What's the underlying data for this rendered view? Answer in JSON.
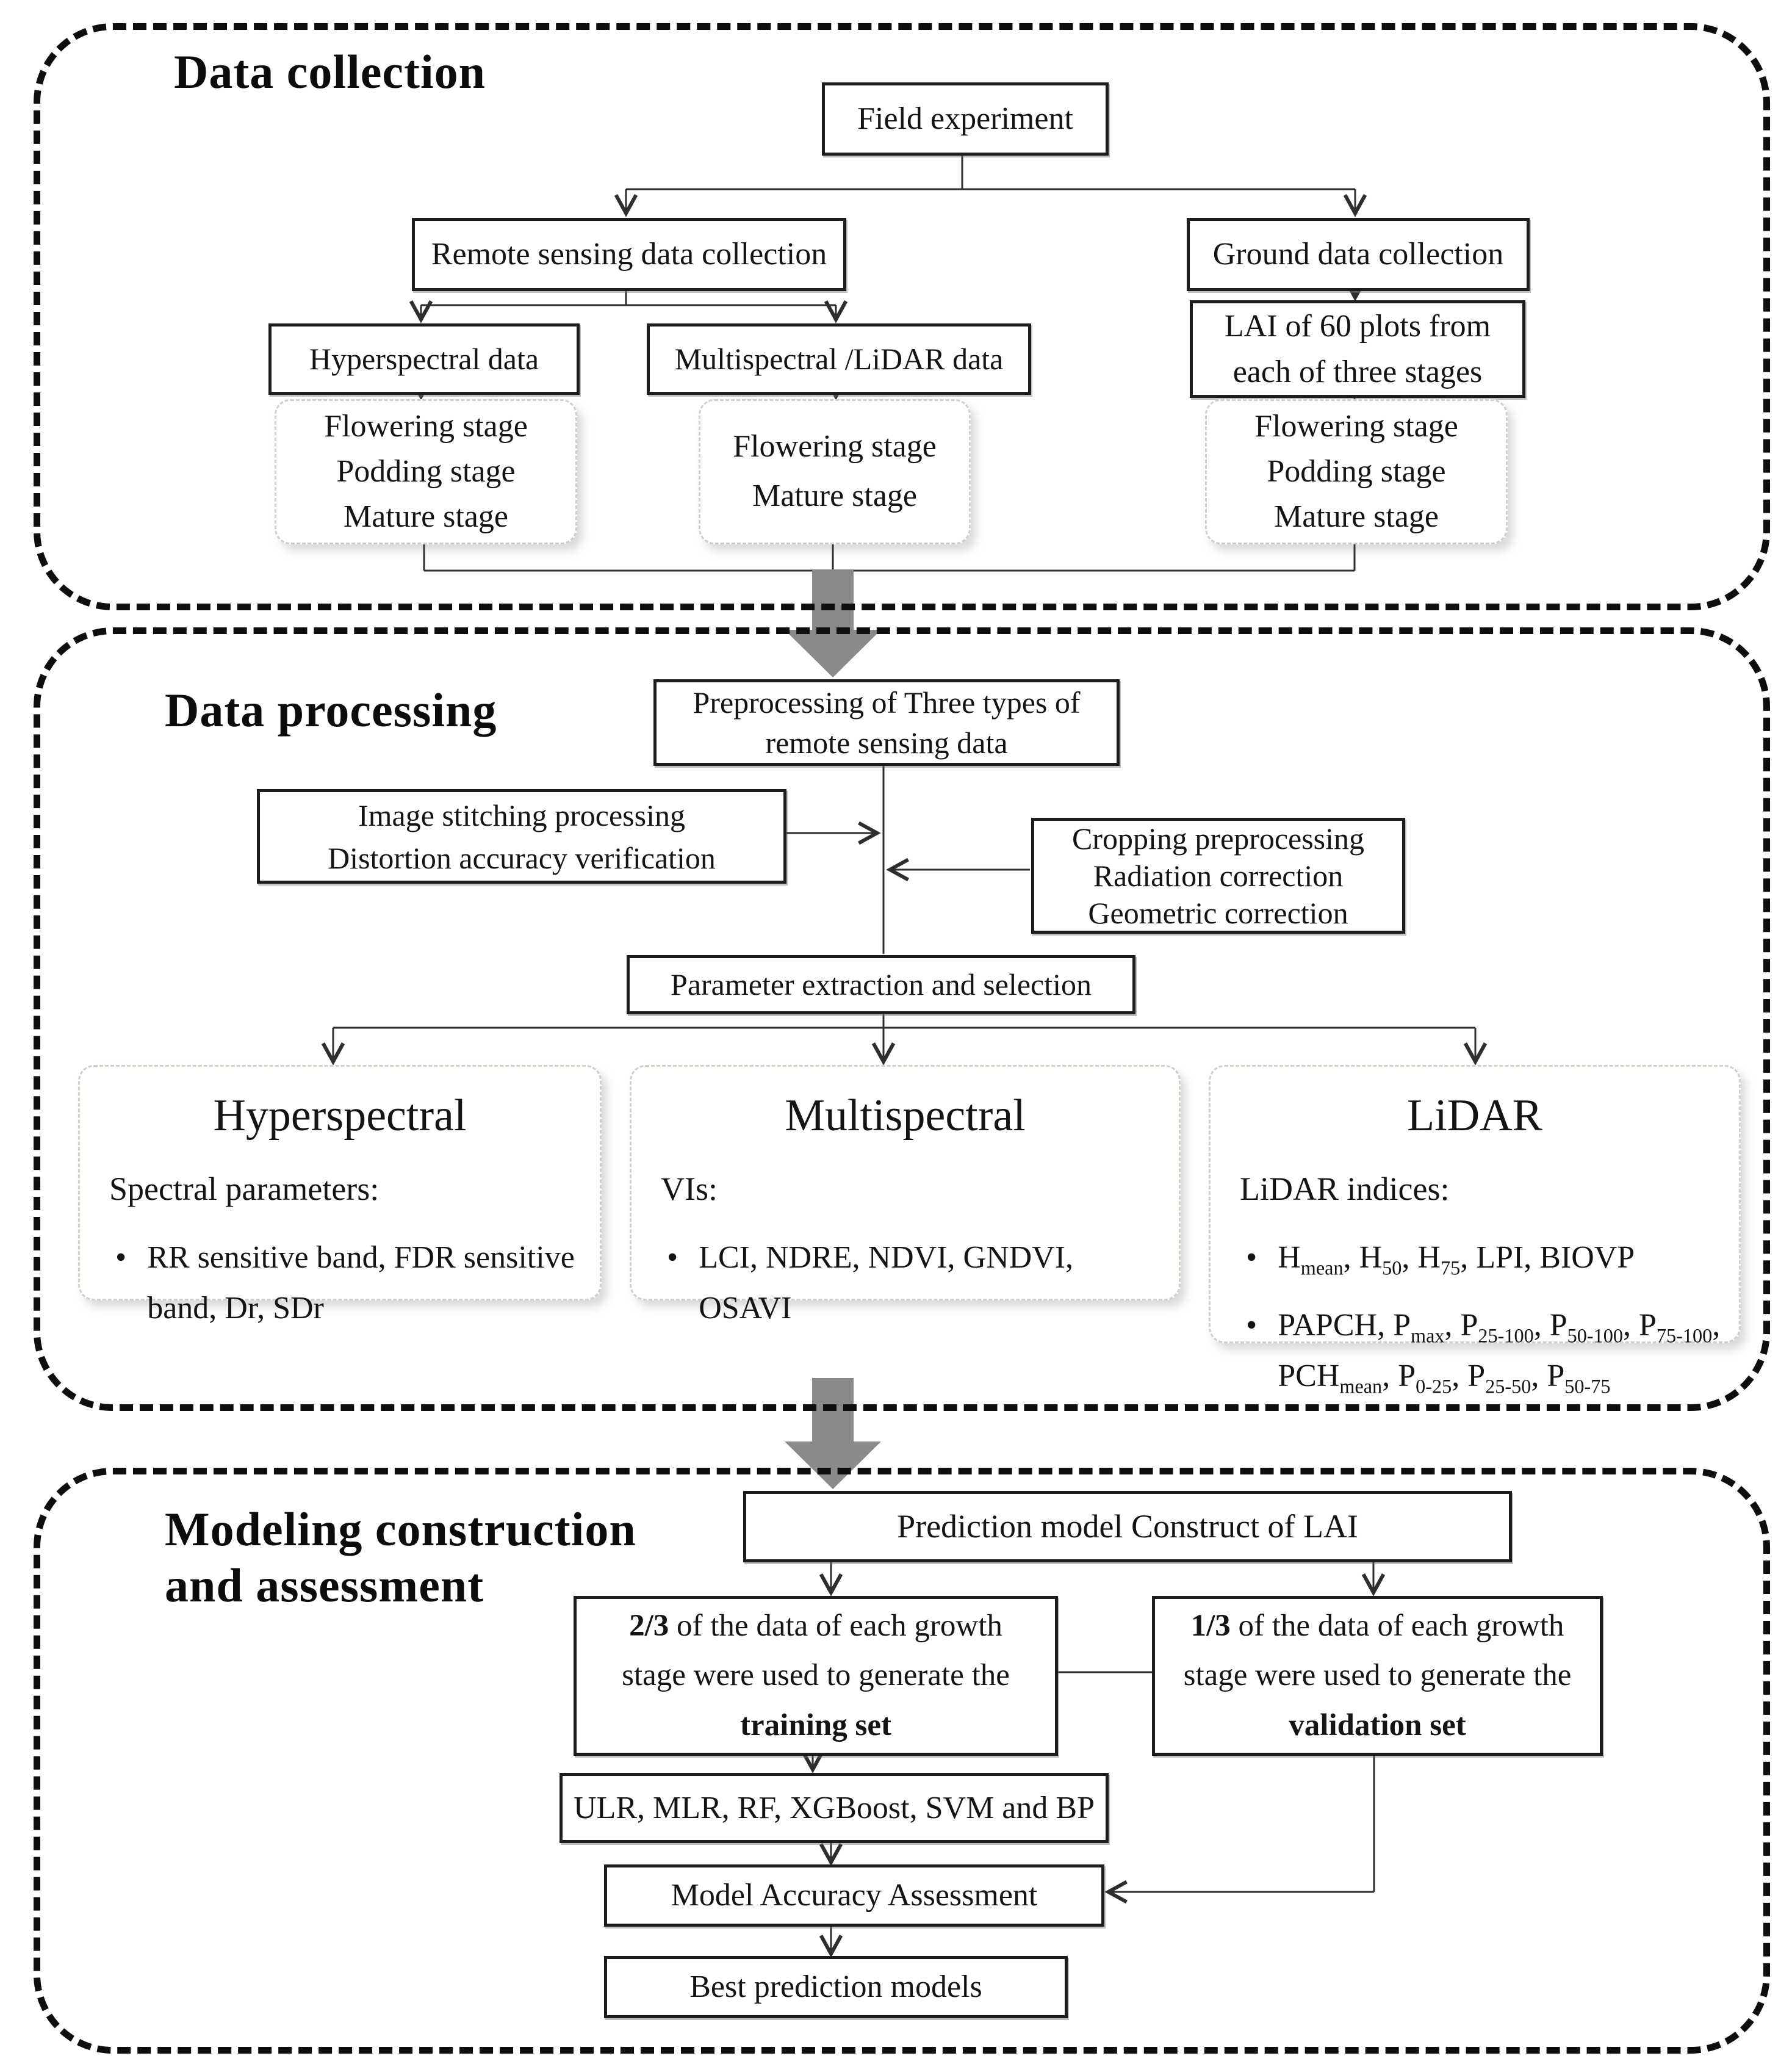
{
  "colors": {
    "arrow_gray": "#8a8a8a",
    "line": "#2e2e2e",
    "box_border": "#1d1d1d",
    "soft_border": "#cfcfcc",
    "section_border": "#0e0e0e"
  },
  "sections": {
    "collection": {
      "title": "Data collection"
    },
    "processing": {
      "title": "Data processing"
    },
    "modeling": {
      "title_line1": "Modeling construction",
      "title_line2": "and assessment"
    }
  },
  "collection": {
    "field_experiment": "Field experiment",
    "remote_sensing": "Remote sensing data collection",
    "ground": "Ground data collection",
    "hyperspectral_data": "Hyperspectral data",
    "multispectral_lidar": "Multispectral /LiDAR data",
    "lai_plots_line1": "LAI of 60 plots from",
    "lai_plots_line2": "each of three stages",
    "stages_three": [
      "Flowering stage",
      "Podding stage",
      "Mature stage"
    ],
    "stages_two": [
      "Flowering stage",
      "Mature stage"
    ]
  },
  "processing": {
    "preprocessing_line1": "Preprocessing of Three types of",
    "preprocessing_line2": "remote sensing data",
    "stitching_line1": "Image stitching processing",
    "stitching_line2": "Distortion accuracy verification",
    "cropping_line1": "Cropping preprocessing",
    "cropping_line2": "Radiation correction",
    "cropping_line3": "Geometric correction",
    "parameter": "Parameter extraction and selection",
    "bullet_glyph": "•",
    "hyperspectral": {
      "title": "Hyperspectral",
      "label": "Spectral parameters:",
      "bullet": "RR sensitive band, FDR sensitive band, Dr, SDr"
    },
    "multispectral": {
      "title": "Multispectral",
      "label": "VIs:",
      "bullet": "LCI, NDRE, NDVI, GNDVI, OSAVI"
    },
    "lidar": {
      "title": "LiDAR",
      "label": "LiDAR indices:",
      "b1": {
        "t1": "H",
        "s1": "mean",
        "t2": ", H",
        "s2": "50",
        "t3": ", H",
        "s3": "75",
        "t4": ", LPI, BIOVP"
      },
      "b2": {
        "t1": "PAPCH, P",
        "s1": "max",
        "t2": ", P",
        "s2": "25-100",
        "t3": ", P",
        "s3": "50-100",
        "t4": ", P",
        "s4": "75-100",
        "t5": ","
      },
      "b2b": {
        "t1": "PCH",
        "s1": "mean",
        "t2": ", P",
        "s2": "0-25",
        "t3": ", P",
        "s3": "25-50",
        "t4": ", P",
        "s4": "50-75"
      }
    }
  },
  "modeling": {
    "lai_model": "Prediction model Construct of LAI",
    "training": {
      "bold1": "2/3",
      "rest1": " of the data of each growth",
      "line2": "stage were used to generate the",
      "bold2": "training set"
    },
    "validation": {
      "bold1": "1/3",
      "rest1": " of the data of each growth",
      "line2": "stage were used to generate the",
      "bold2": "validation set"
    },
    "algorithms": "ULR, MLR, RF, XGBoost, SVM and BP",
    "assessment": "Model Accuracy Assessment",
    "best": "Best prediction models"
  }
}
